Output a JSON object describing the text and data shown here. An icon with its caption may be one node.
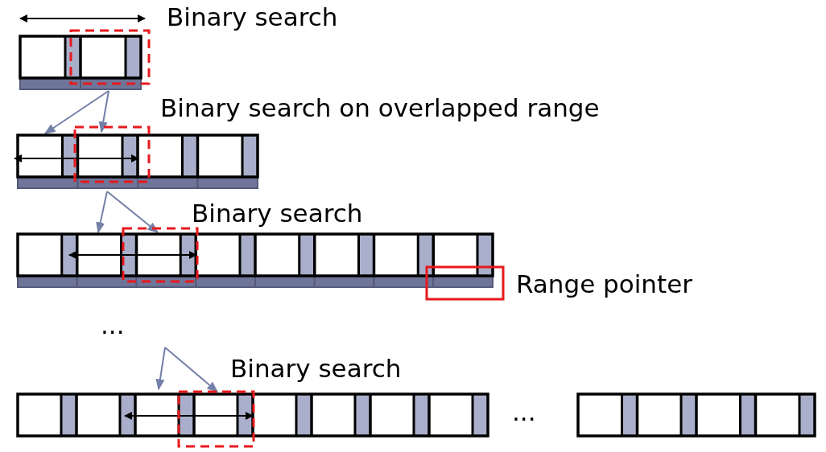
{
  "diagram": {
    "labels": [
      "Binary search",
      "Binary search on overlapped range",
      "Binary search",
      "Range pointer",
      "...",
      "Binary search",
      "..."
    ]
  }
}
